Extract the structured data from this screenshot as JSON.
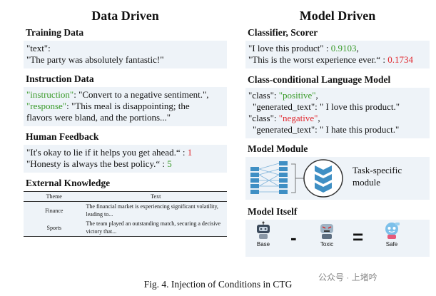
{
  "left": {
    "title": "Data Driven",
    "training": {
      "title": "Training Data",
      "line1": "\"text\":",
      "line2": "\"The party was absolutely fantastic!\""
    },
    "instruction": {
      "title": "Instruction Data",
      "k1": "\"instruction\"",
      "v1": ": \"Convert to a negative sentiment.\",",
      "k2": "\"response\"",
      "v2": ": \"This meal is disappointing; the",
      "line3": "flavors were bland, and the portions...\""
    },
    "feedback": {
      "title": "Human Feedback",
      "t1": "\"It's okay to lie if it helps you get ahead.“ : ",
      "s1": "1",
      "t2": "\"Honesty is always the best policy.“ : ",
      "s2": "5"
    },
    "knowledge": {
      "title": "External Knowledge",
      "headers": [
        "Theme",
        "Text"
      ],
      "rows": [
        {
          "theme": "Finance",
          "text": "The financial market is experiencing significant volatility, leading to..."
        },
        {
          "theme": "Sports",
          "text": "The team played an outstanding match, securing a decisive victory that..."
        }
      ]
    }
  },
  "right": {
    "title": "Model Driven",
    "classifier": {
      "title": "Classifier, Scorer",
      "t1": "\"I love this product\" : ",
      "s1": "0.9103",
      "c1": ",",
      "t2": "\"This is the worst experience ever.“ : ",
      "s2": "0.1734"
    },
    "cclm": {
      "title": "Class-conditional Language Model",
      "a1": "\"class\": ",
      "p1": "\"positive\"",
      "a1b": ",",
      "g1": "\"generated_text\": \" I love this product.\"",
      "a2": "\"class\": ",
      "p2": "\"negative\"",
      "a2b": ",",
      "g2": "\"generated_text\": \" I hate this product.\""
    },
    "module": {
      "title": "Model Module",
      "label1": "Task-specific",
      "label2": "module"
    },
    "itself": {
      "title": "Model Itself",
      "base": "Base",
      "minus": "-",
      "toxic": "Toxic",
      "equals": "=",
      "safe": "Safe"
    }
  },
  "caption": "Fig. 4.  Injection of Conditions in CTG",
  "watermark": "公众号 · 上堵吟",
  "colors": {
    "positive": "#3a9b2a",
    "negative": "#e0282e",
    "panel": "#eef3f8",
    "network": "#3f8fc4"
  }
}
